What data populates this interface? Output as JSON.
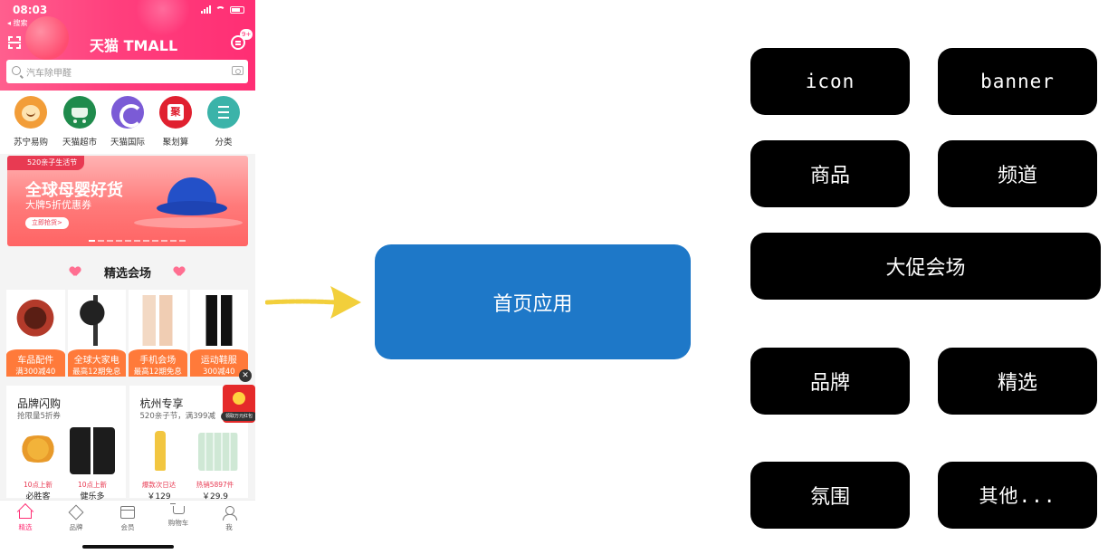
{
  "phone": {
    "status": {
      "time": "08:03",
      "back_label": "◂ 搜索"
    },
    "brand": "天猫 TMALL",
    "message_badge": "9+",
    "search_placeholder": "汽车除甲醛",
    "shortcuts": [
      {
        "label": "苏宁易购",
        "icon": "lion-icon"
      },
      {
        "label": "天猫超市",
        "icon": "cart-green-icon"
      },
      {
        "label": "天猫国际",
        "icon": "global-icon"
      },
      {
        "label": "聚划算",
        "icon": "juhua-icon",
        "glyph": "聚"
      },
      {
        "label": "分类",
        "icon": "category-icon"
      }
    ],
    "banner": {
      "tag": "520亲子生活节",
      "title": "全球母婴好货",
      "subtitle": "大牌5折优惠券",
      "button": "立即抢货>"
    },
    "section_title": "精选会场",
    "venues": [
      {
        "title": "车品配件",
        "subtitle": "满300减40"
      },
      {
        "title": "全球大家电",
        "subtitle": "最高12期免息"
      },
      {
        "title": "手机会场",
        "subtitle": "最高12期免息"
      },
      {
        "title": "运动鞋服",
        "subtitle": "300减40"
      }
    ],
    "cards": [
      {
        "title": "品牌闪购",
        "subtitle": "抢限量5折券",
        "items": [
          {
            "tag": "10点上新",
            "name": "必胜客"
          },
          {
            "tag": "10点上新",
            "name": "健乐多"
          }
        ]
      },
      {
        "title": "杭州专享",
        "subtitle": "520亲子节，满399减",
        "items": [
          {
            "tag": "爆款次日达",
            "name": "￥129"
          },
          {
            "tag": "热销5897件",
            "name": "￥29.9"
          }
        ]
      }
    ],
    "floating_close": "✕",
    "redpack_label": "领取万元红包",
    "tabs": [
      {
        "label": "精选",
        "icon": "home-icon",
        "active": true
      },
      {
        "label": "品牌",
        "icon": "diamond-icon",
        "active": false
      },
      {
        "label": "会员",
        "icon": "card-icon",
        "active": false
      },
      {
        "label": "购物车",
        "icon": "cart-icon",
        "active": false
      },
      {
        "label": "我",
        "icon": "user-icon",
        "active": false
      }
    ]
  },
  "diagram": {
    "center": "首页应用",
    "modules": [
      "icon",
      "banner",
      "商品",
      "频道",
      "大促会场",
      "品牌",
      "精选",
      "氛围",
      "其他..."
    ],
    "colors": {
      "center": "#1e78c8",
      "module": "#000000",
      "arrow": "#f2cf3b",
      "accent": "#ff2e74"
    }
  }
}
